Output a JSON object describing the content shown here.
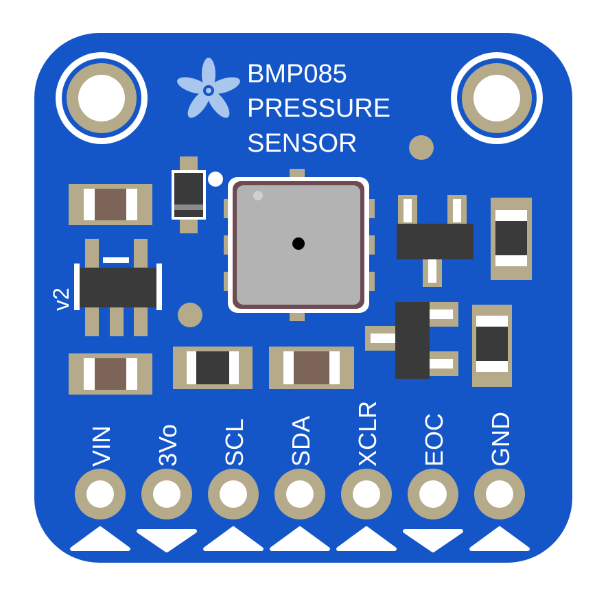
{
  "title": {
    "line1": "BMP085",
    "line2": "PRESSURE",
    "line3": "SENSOR"
  },
  "version_label": "v2",
  "pins": [
    {
      "label": "VIN",
      "arrow": "up"
    },
    {
      "label": "3Vo",
      "arrow": "down"
    },
    {
      "label": "SCL",
      "arrow": "up"
    },
    {
      "label": "SDA",
      "arrow": "up"
    },
    {
      "label": "XCLR",
      "arrow": "up"
    },
    {
      "label": "EOC",
      "arrow": "down"
    },
    {
      "label": "GND",
      "arrow": "up"
    }
  ],
  "colors": {
    "pcb": "#1456c8",
    "pad": "#b5aa8a",
    "silkscreen": "#ffffff",
    "ic_body": "#3a3a3a",
    "capacitor": "#7d6458",
    "sensor": "#b3b3b3",
    "sensor_border": "#6e4a52"
  },
  "icons": [
    "adafruit-flower-logo"
  ]
}
